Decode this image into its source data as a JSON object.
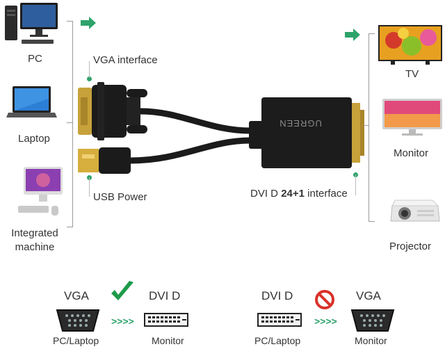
{
  "devices_left": {
    "pc": "PC",
    "laptop": "Laptop",
    "integrated_line1": "Integrated",
    "integrated_line2": "machine"
  },
  "devices_right": {
    "tv": "TV",
    "monitor": "Monitor",
    "projector": "Projector"
  },
  "interfaces": {
    "vga": "VGA interface",
    "usb": "USB Power",
    "dvi_prefix": "DVI D ",
    "dvi_bold": "24+1",
    "dvi_suffix": " interface"
  },
  "adapter_brand": "UGREEN",
  "compat": {
    "left": {
      "from": "VGA",
      "to": "DVI D",
      "from_sub": "PC/Laptop",
      "to_sub": "Monitor",
      "arrows": ">>>>"
    },
    "right": {
      "from": "DVI D",
      "to": "VGA",
      "from_sub": "PC/Laptop",
      "to_sub": "Monitor",
      "arrows": ">>>>"
    }
  },
  "colors": {
    "accent_green": "#2ea36a",
    "check_green": "#1e9a4a",
    "no_red": "#d9322b"
  }
}
